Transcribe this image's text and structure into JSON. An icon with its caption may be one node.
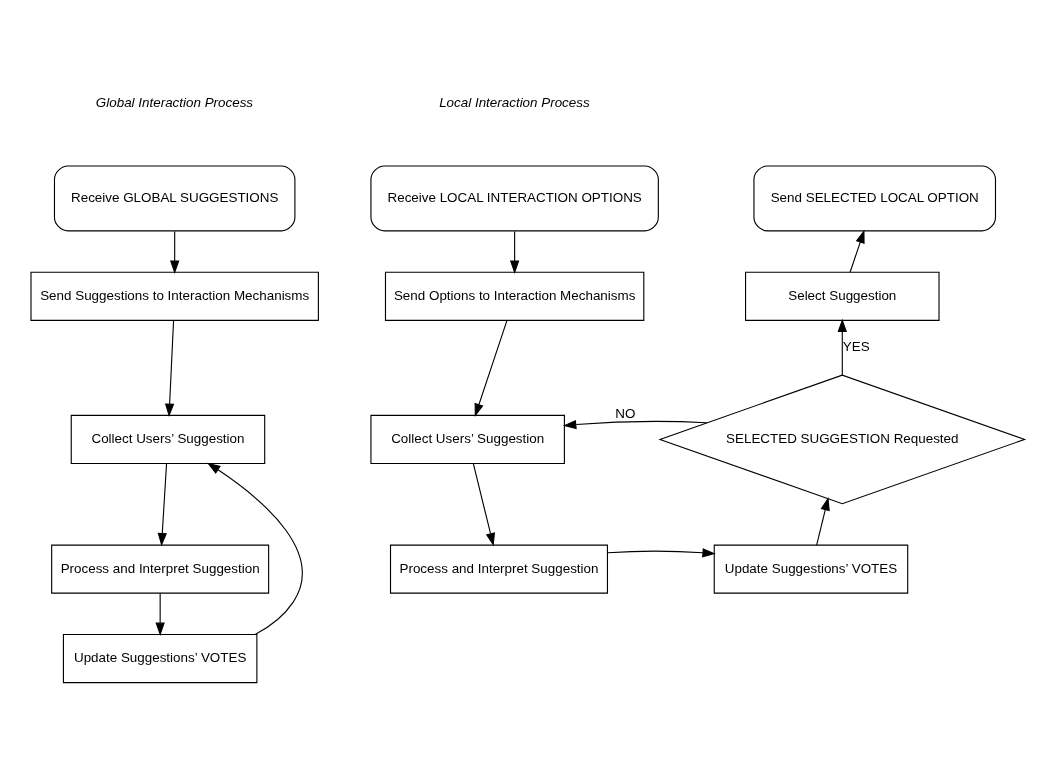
{
  "diagram": {
    "nodes": [
      {
        "text": [
          "Receive GLOBAL SUGGESTIONS"
        ]
      },
      {
        "text": [
          "Send Suggestions to Interaction Mechanisms"
        ]
      },
      {
        "text": [
          "Collect Users’ Suggestion"
        ]
      },
      {
        "text": [
          "Process and Interpret Suggestion"
        ]
      },
      {
        "text": [
          "Update Suggestions’ VOTES"
        ]
      },
      {
        "text": [
          "Receive LOCAL INTERACTION OPTIONS"
        ]
      },
      {
        "text": [
          "Send SELECTED LOCAL OPTION"
        ]
      },
      {
        "text": [
          "Send Options to Interaction Mechanisms"
        ]
      },
      {
        "text": [
          "Select Suggestion"
        ]
      },
      {
        "text": [
          "Collect Users’ Suggestion"
        ]
      },
      {
        "text": [
          "SELECTED SUGGESTION Requested"
        ]
      },
      {
        "text": [
          "Process and Interpret Suggestion"
        ]
      },
      {
        "text": [
          "Update Suggestions’ VOTES"
        ]
      }
    ],
    "edges": [
      {
        "from": 0,
        "to": 1,
        "arrow": "to"
      },
      {
        "from": 1,
        "to": 2,
        "arrow": "to"
      },
      {
        "from": 2,
        "to": 3,
        "arrow": "to"
      },
      {
        "from": 3,
        "to": 4,
        "arrow": "to"
      },
      {
        "from": 4,
        "to": 2,
        "arrow": "to"
      },
      {
        "from": 5,
        "to": 7,
        "arrow": "to"
      },
      {
        "from": 7,
        "to": 9,
        "arrow": "to"
      },
      {
        "from": 9,
        "to": 11,
        "arrow": "to"
      },
      {
        "from": 11,
        "to": 12,
        "arrow": "to"
      },
      {
        "from": 12,
        "to": 10,
        "arrow": "to"
      },
      {
        "from": 10,
        "to": 9,
        "arrow": "to",
        "label": "NO"
      },
      {
        "from": 10,
        "to": 8,
        "arrow": "to",
        "label": "YES"
      },
      {
        "from": 8,
        "to": 6,
        "arrow": "to"
      }
    ],
    "labels": [
      "Global Interaction Process",
      "Local Interaction Process"
    ]
  }
}
